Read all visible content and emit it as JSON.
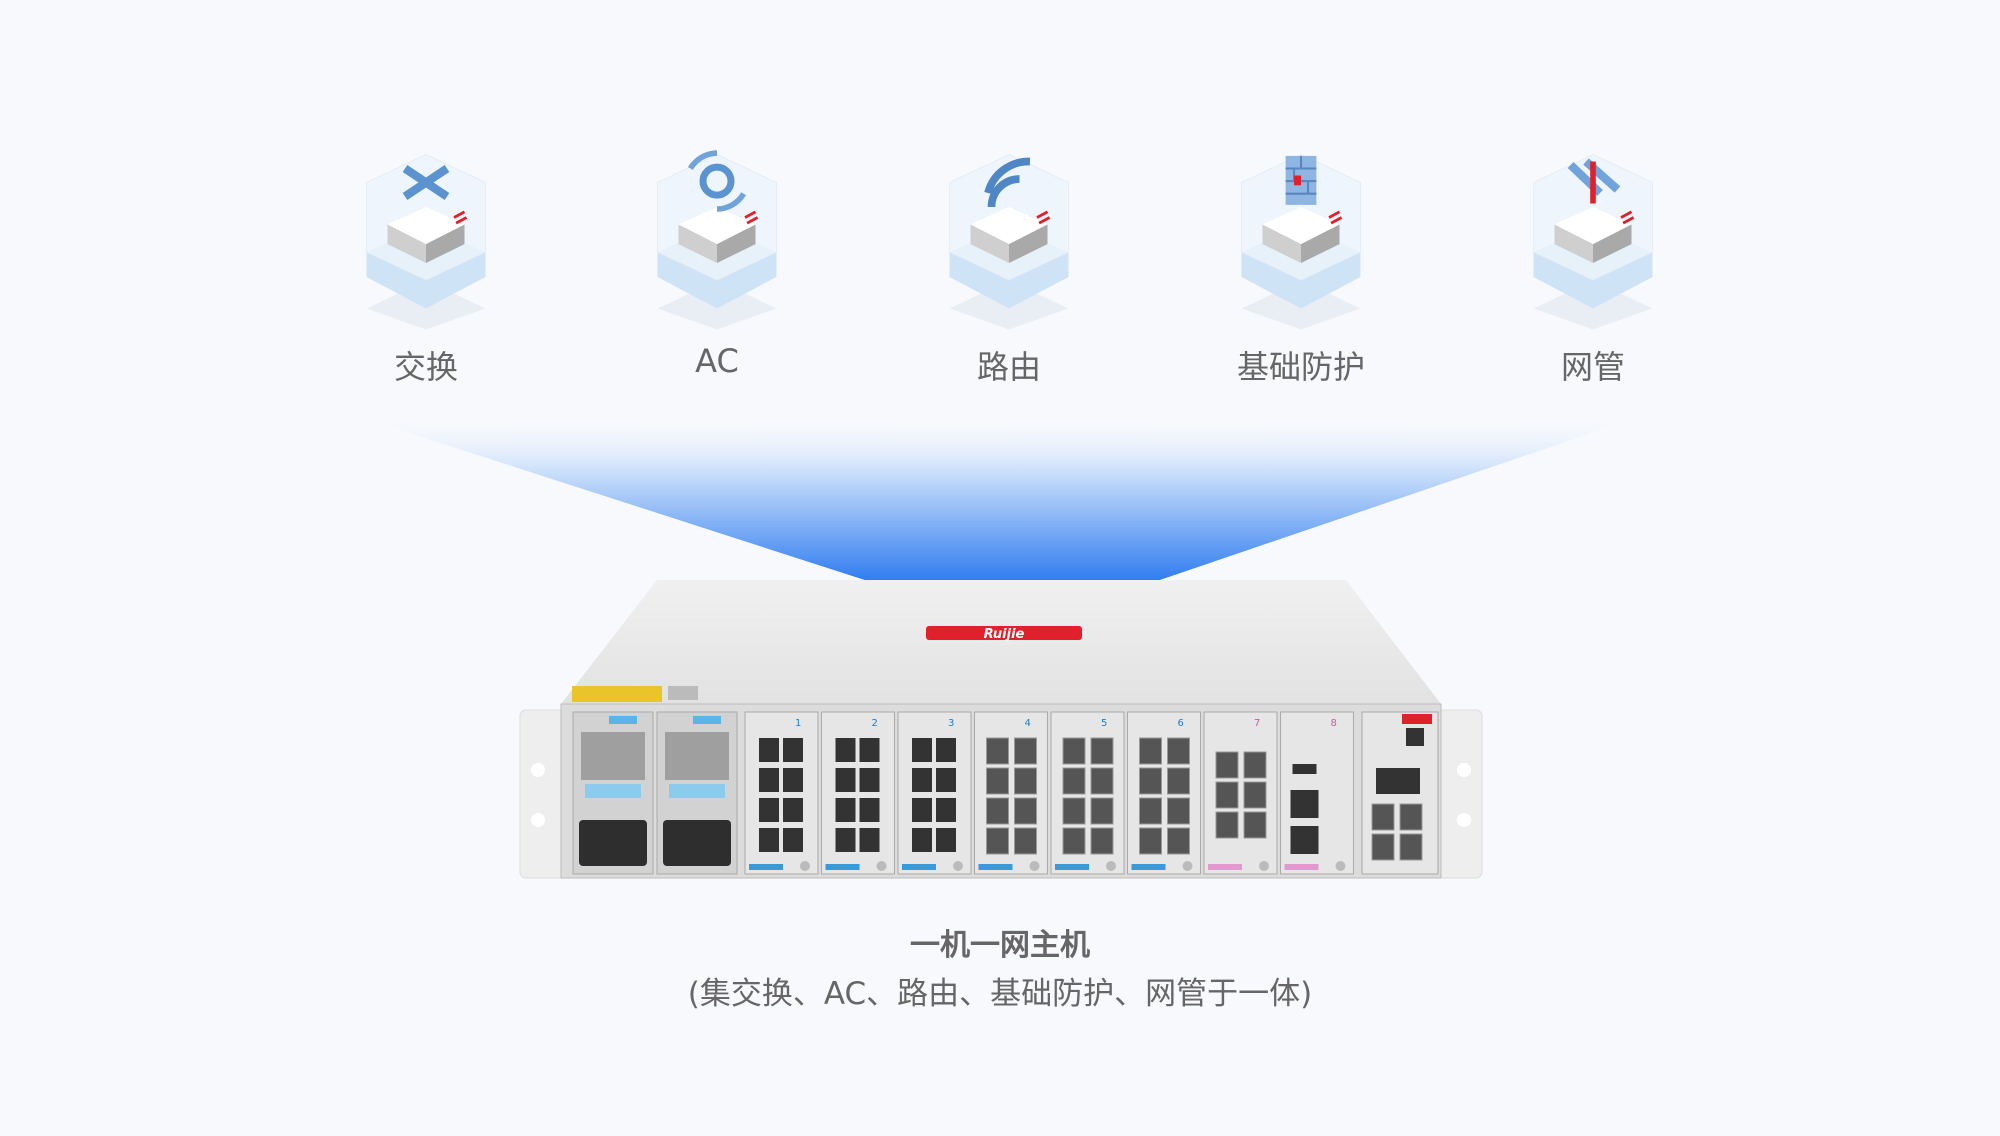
{
  "features": [
    {
      "label": "交换",
      "icon": "switch-icon"
    },
    {
      "label": "AC",
      "icon": "wireless-controller-icon"
    },
    {
      "label": "路由",
      "icon": "router-icon"
    },
    {
      "label": "基础防护",
      "icon": "firewall-icon"
    },
    {
      "label": "网管",
      "icon": "network-management-icon"
    }
  ],
  "device": {
    "brand": "Ruijie",
    "slots": [
      "1",
      "2",
      "3",
      "4",
      "5",
      "6",
      "7",
      "8"
    ]
  },
  "caption": {
    "title": "一机一网主机",
    "subtitle": "(集交换、AC、路由、基础防护、网管于一体)"
  },
  "colors": {
    "accent": "#2f7cf0",
    "brand": "#e0202a",
    "text": "#666666"
  }
}
